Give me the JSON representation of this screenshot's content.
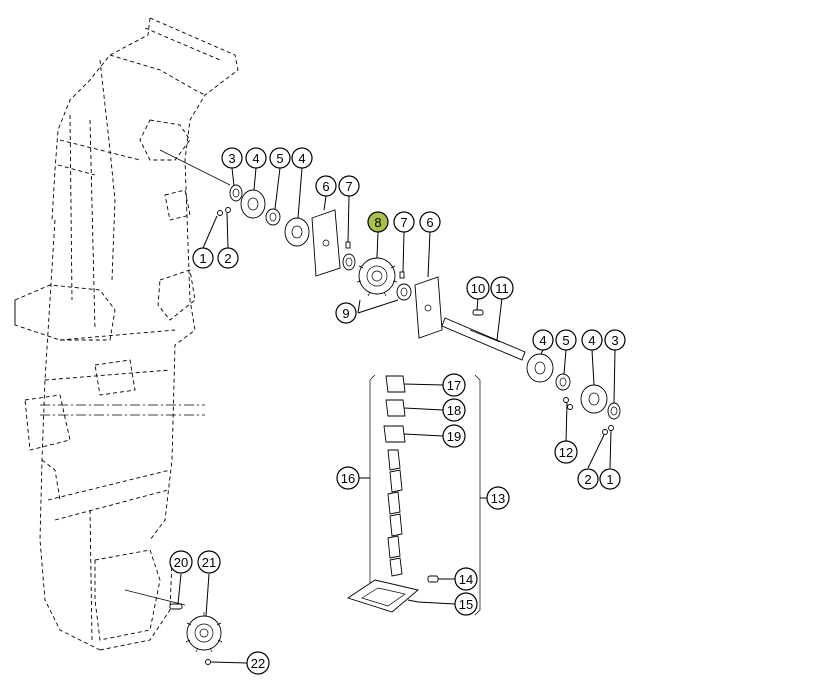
{
  "diagram": {
    "highlight_color": "#a7c14a",
    "callouts": [
      {
        "id": "c3a",
        "label": "3"
      },
      {
        "id": "c4a",
        "label": "4"
      },
      {
        "id": "c5a",
        "label": "5"
      },
      {
        "id": "c4b",
        "label": "4"
      },
      {
        "id": "c6a",
        "label": "6"
      },
      {
        "id": "c7a",
        "label": "7"
      },
      {
        "id": "c8",
        "label": "8",
        "highlighted": true
      },
      {
        "id": "c7b",
        "label": "7"
      },
      {
        "id": "c6b",
        "label": "6"
      },
      {
        "id": "c1a",
        "label": "1"
      },
      {
        "id": "c2a",
        "label": "2"
      },
      {
        "id": "c9",
        "label": "9"
      },
      {
        "id": "c10",
        "label": "10"
      },
      {
        "id": "c11",
        "label": "11"
      },
      {
        "id": "c4c",
        "label": "4"
      },
      {
        "id": "c5b",
        "label": "5"
      },
      {
        "id": "c4d",
        "label": "4"
      },
      {
        "id": "c3b",
        "label": "3"
      },
      {
        "id": "c12",
        "label": "12"
      },
      {
        "id": "c2b",
        "label": "2"
      },
      {
        "id": "c1b",
        "label": "1"
      },
      {
        "id": "c17",
        "label": "17"
      },
      {
        "id": "c18",
        "label": "18"
      },
      {
        "id": "c19",
        "label": "19"
      },
      {
        "id": "c16",
        "label": "16"
      },
      {
        "id": "c13",
        "label": "13"
      },
      {
        "id": "c14",
        "label": "14"
      },
      {
        "id": "c15",
        "label": "15"
      },
      {
        "id": "c20",
        "label": "20"
      },
      {
        "id": "c21",
        "label": "21"
      },
      {
        "id": "c22",
        "label": "22"
      }
    ]
  }
}
